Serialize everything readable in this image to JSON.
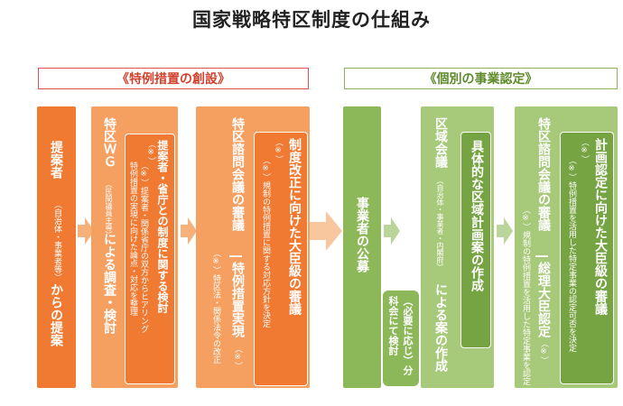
{
  "title": "国家戦略特区制度の仕組み",
  "sections": {
    "left": "《特例措置の創設》",
    "right": "《個別の事業認定》"
  },
  "col1": {
    "main": "提案者",
    "sub": "（自治体・事業者等）",
    "tail": "からの提案"
  },
  "col2": {
    "main": "特区ＷＧ",
    "sub": "（民間議員主導）",
    "tail": "による調査・検討",
    "inner_main": "提案者・省庁との制度に関する検討",
    "inner_note1": "（※）",
    "inner_note2": "（※）提案者・関係省庁の双方からヒアリング",
    "inner_note3": "特例措置の実現に向けた論点・対応を整理"
  },
  "col3": {
    "main": "特区諮問会議の審議",
    "tail": "特例措置実現",
    "tail_note": "（※）",
    "note": "（※）特区法・関係法令の改正",
    "inner_main": "制度改正に向けた大臣級の審議",
    "inner_note_mark": "（※）",
    "inner_note": "（※）規制の特例措置に関する対応方針を決定"
  },
  "col4": {
    "main": "事業者の公募"
  },
  "col5": {
    "main": "区域会議",
    "sub": "（自治体・事業者・内閣府）",
    "tail": "による案の作成",
    "inner_main": "具体的な区域計画案の作成",
    "sub_box": "（必要に応じ）分科会にて検討"
  },
  "col6": {
    "main": "特区諮問会議の審議",
    "tail": "総理大臣認定",
    "tail_note": "（※）",
    "note": "（※）規制の特例措置を活用した特定事業を認定",
    "inner_main": "計画認定に向けた大臣級の審議",
    "inner_note_mark": "（※）",
    "inner_note": "（※）特例措置を活用した特定事業の認定可否を決定"
  },
  "colors": {
    "orange": "#f07a32",
    "orange_light": "#f5a061",
    "peach": "#f6b07a",
    "green": "#8db85a",
    "green_light": "#a7c97a",
    "green_dark": "#76a442"
  }
}
